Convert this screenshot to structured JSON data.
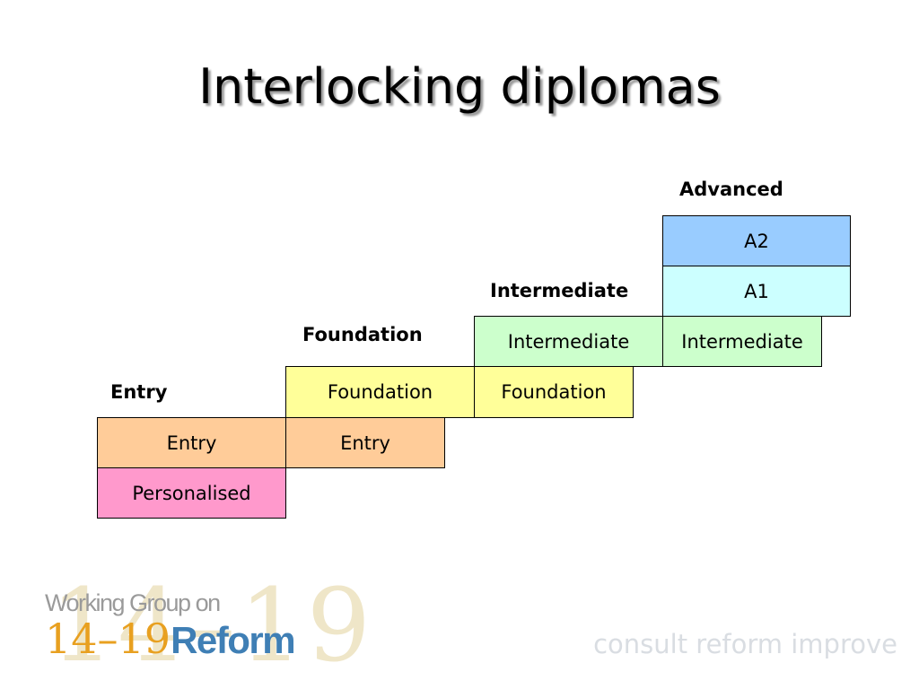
{
  "title": "Interlocking diplomas",
  "levels": {
    "entry": "Entry",
    "foundation": "Foundation",
    "intermediate": "Intermediate",
    "advanced": "Advanced"
  },
  "cells": {
    "personalised": "Personalised",
    "entry_1": "Entry",
    "entry_2": "Entry",
    "foundation_1": "Foundation",
    "foundation_2": "Foundation",
    "intermediate_1": "Intermediate",
    "intermediate_2": "Intermediate",
    "a1": "A1",
    "a2": "A2"
  },
  "colors": {
    "personalised": "#ff99cc",
    "entry": "#ffcc99",
    "foundation": "#ffff99",
    "intermediate": "#ccffcc",
    "a1": "#ccffff",
    "a2": "#99ccff"
  },
  "logo": {
    "line1": "Working Group on",
    "age_range": "14–19",
    "reform": "Reform"
  },
  "tagline": "consult  reform improve"
}
